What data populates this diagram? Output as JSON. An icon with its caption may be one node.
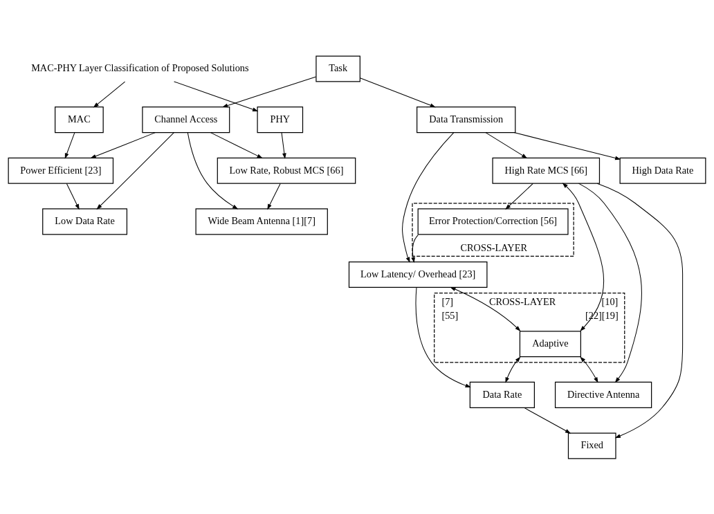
{
  "diagram": {
    "nodes": [
      {
        "text": [
          "MAC-PHY Layer Classification of Proposed Solutions"
        ]
      },
      {
        "text": [
          "MAC"
        ]
      },
      {
        "text": [
          "PHY"
        ]
      },
      {
        "text": [
          "Task"
        ]
      },
      {
        "text": [
          "Power Efficient [23]"
        ]
      },
      {
        "text": [
          "Channel Access"
        ]
      },
      {
        "text": [
          "Low Rate, Robust MCS [66]"
        ]
      },
      {
        "text": [
          "Low Data Rate"
        ]
      },
      {
        "text": [
          "Wide Beam Antenna [1][7]"
        ]
      },
      {
        "text": [
          "Data Transmission"
        ]
      },
      {
        "text": [
          "High Data Rate"
        ]
      },
      {
        "text": [
          "Low Latency/ Overhead [23]"
        ]
      },
      {
        "text": [
          "High Rate MCS [66]"
        ]
      },
      {
        "text": [
          "[7]",
          "CROSS-LAYER",
          "[10]",
          "[55]",
          "[22][19]"
        ]
      },
      {
        "text": [
          "Adaptive"
        ],
        "in": 13
      },
      {
        "text": [
          "Data Rate"
        ]
      },
      {
        "text": [
          "Directive Antenna"
        ]
      },
      {
        "text": [
          "Fixed"
        ]
      },
      {
        "text": [
          "CROSS-LAYER"
        ]
      },
      {
        "text": [
          "Error Protection/Correction [56]"
        ],
        "in": 18
      }
    ],
    "edges": [
      {
        "from": 0,
        "to": 1,
        "arrow": "to"
      },
      {
        "from": 0,
        "to": 2,
        "arrow": "to"
      },
      {
        "from": 1,
        "to": 4,
        "arrow": "to"
      },
      {
        "from": 4,
        "to": 7,
        "arrow": "to"
      },
      {
        "from": 2,
        "to": 6,
        "arrow": "to"
      },
      {
        "from": 6,
        "to": 8,
        "arrow": "to"
      },
      {
        "from": 3,
        "to": 5,
        "arrow": "to"
      },
      {
        "from": 3,
        "to": 9,
        "arrow": "to"
      },
      {
        "from": 5,
        "to": 4,
        "arrow": "to"
      },
      {
        "from": 5,
        "to": 7,
        "arrow": "to"
      },
      {
        "from": 5,
        "to": 6,
        "arrow": "to"
      },
      {
        "from": 5,
        "to": 8,
        "arrow": "to"
      },
      {
        "from": 9,
        "to": 10,
        "arrow": "to"
      },
      {
        "from": 9,
        "to": 11,
        "arrow": "to"
      },
      {
        "from": 9,
        "to": 12,
        "arrow": "to"
      },
      {
        "from": 11,
        "to": 14,
        "arrow": "both"
      },
      {
        "from": 12,
        "to": 14,
        "arrow": "both"
      },
      {
        "from": 14,
        "to": 15,
        "arrow": "both"
      },
      {
        "from": 14,
        "to": 16,
        "arrow": "both"
      },
      {
        "from": 11,
        "to": 15,
        "arrow": "to"
      },
      {
        "from": 12,
        "to": 16,
        "arrow": "to"
      },
      {
        "from": 12,
        "to": 17,
        "arrow": "to"
      },
      {
        "from": 15,
        "to": 17,
        "arrow": "to"
      },
      {
        "from": 12,
        "to": 19,
        "arrow": "to"
      },
      {
        "from": 19,
        "to": 11,
        "arrow": "to"
      }
    ]
  }
}
